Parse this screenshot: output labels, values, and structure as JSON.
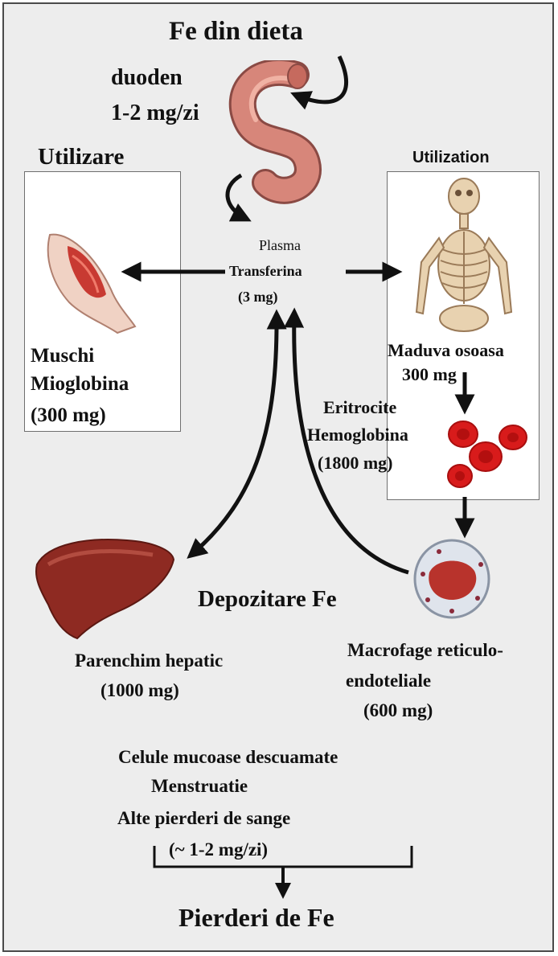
{
  "top": {
    "title": "Fe din dieta",
    "duodenum_label": "duoden",
    "absorption_rate": "1-2 mg/zi"
  },
  "left_panel": {
    "heading": "Utilizare",
    "organ_label_1": "Muschi",
    "organ_label_2": "Mioglobina",
    "amount": "(300 mg)"
  },
  "right_panel": {
    "heading": "Utilization",
    "marrow_label": "Maduva osoasa",
    "marrow_amount": "300 mg",
    "rbc_label_1": "Eritrocite",
    "rbc_label_2": "Hemoglobina",
    "rbc_amount": "(1800 mg)"
  },
  "center": {
    "line1": "Plasma",
    "line2": "Transferina",
    "line3": "(3 mg)"
  },
  "storage": {
    "heading": "Depozitare Fe",
    "liver_label": "Parenchim hepatic",
    "liver_amount": "(1000 mg)",
    "macrophage_label_1": "Macrofage reticulo-",
    "macrophage_label_2": "endoteliale",
    "macrophage_amount": "(600 mg)"
  },
  "losses": {
    "item1": "Celule mucoase descuamate",
    "item2": "Menstruatie",
    "item3": "Alte pierderi de sange",
    "amount": "(~ 1-2 mg/zi)",
    "heading": "Pierderi de Fe"
  },
  "colors": {
    "background": "#ededed",
    "arrow": "#111111",
    "tissue": "#c46a5e",
    "liver": "#8e2a22",
    "blood_cell": "#d81b1b",
    "bone": "#e8d2b0"
  },
  "icons": [
    "duodenum-icon",
    "arm-muscle-icon",
    "skeleton-icon",
    "red-blood-cells-icon",
    "liver-icon",
    "macrophage-icon"
  ]
}
